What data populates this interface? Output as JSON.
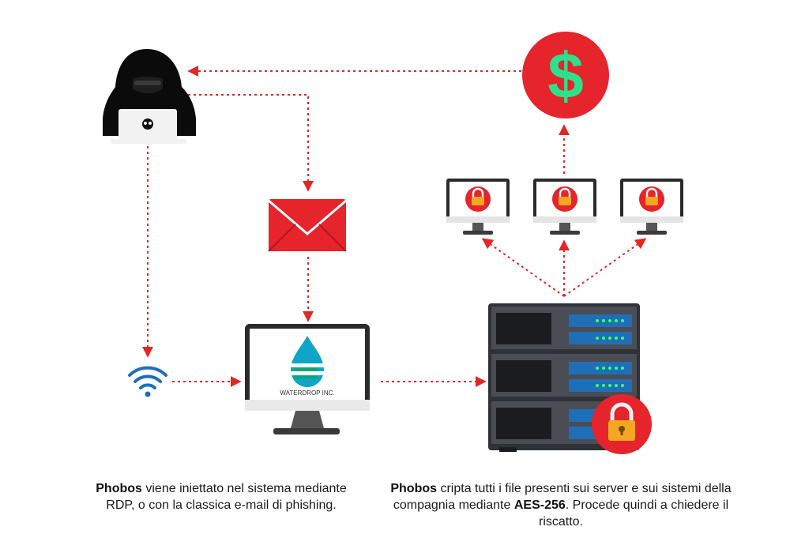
{
  "colors": {
    "accent_red": "#e5242b",
    "arrow_red": "#e32626",
    "money_green": "#2ee08a",
    "lock_orange": "#f5a623",
    "wifi_blue": "#1f6fb8",
    "server_dark": "#2f3237",
    "led_green": "#3dff6a"
  },
  "nodes": {
    "hacker": {
      "icon": "hooded-hacker-icon"
    },
    "ransom": {
      "icon": "dollar-icon",
      "symbol": "$"
    },
    "email": {
      "icon": "envelope-icon"
    },
    "wifi": {
      "icon": "wifi-icon"
    },
    "workstation": {
      "icon": "monitor-icon",
      "brand_name": "WATERDROP INC."
    },
    "server": {
      "icon": "server-rack-icon"
    },
    "victims": {
      "icon": "locked-monitor-icon",
      "count": 3
    }
  },
  "captions": {
    "left": {
      "brand": "Phobos",
      "text1": " viene iniettato nel sistema mediante RDP, o con la classica e-mail di phishing."
    },
    "right": {
      "brand": "Phobos",
      "text1": " cripta tutti i file presenti sui server e sui sistemi della compagnia mediante ",
      "algo": "AES-256",
      "text2": ". Procede quindi a chiedere il riscatto."
    }
  }
}
